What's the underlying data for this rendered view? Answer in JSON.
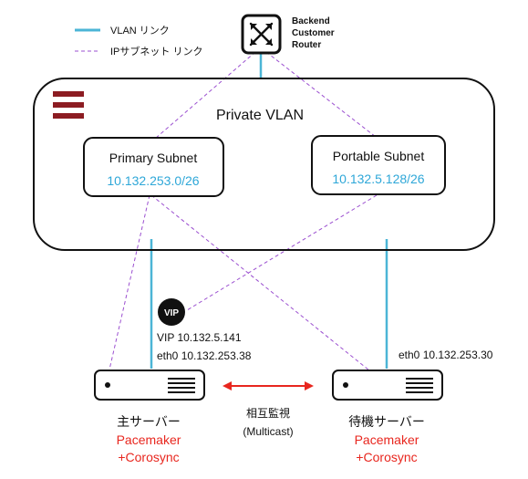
{
  "legend": {
    "vlan_label": "VLAN リンク",
    "ip_label": "IPサブネット リンク"
  },
  "router": {
    "line1": "Backend",
    "line2": "Customer",
    "line3": "Router",
    "icon": "router-arrows-icon"
  },
  "vlan": {
    "title": "Private VLAN",
    "logo_icon": "three-bars-logo-icon"
  },
  "primary_subnet": {
    "title": "Primary Subnet",
    "cidr": "10.132.253.0/26"
  },
  "portable_subnet": {
    "title": "Portable  Subnet",
    "cidr": "10.132.5.128/26"
  },
  "vip": {
    "badge": "VIP",
    "vip_line": "VIP 10.132.5.141",
    "eth_line": "eth0 10.132.253.38"
  },
  "primary_server": {
    "name": "主サーバー",
    "sw1": "Pacemaker",
    "sw2": "+Corosync",
    "icon": "server-icon"
  },
  "standby_server": {
    "eth_line": "eth0 10.132.253.30",
    "name": "待機サーバー",
    "sw1": "Pacemaker",
    "sw2": "+Corosync",
    "icon": "server-icon"
  },
  "monitor": {
    "line1": "相互監視",
    "line2": "(Multicast)",
    "icon": "double-arrow-icon"
  },
  "colors": {
    "vlan_link": "#4bb5d6",
    "ip_link": "#9b4fd0",
    "cidr_text": "#2ea7d8",
    "software_text": "#e8261e",
    "logo_red": "#8c1c22",
    "arrow_red": "#e8261e"
  }
}
